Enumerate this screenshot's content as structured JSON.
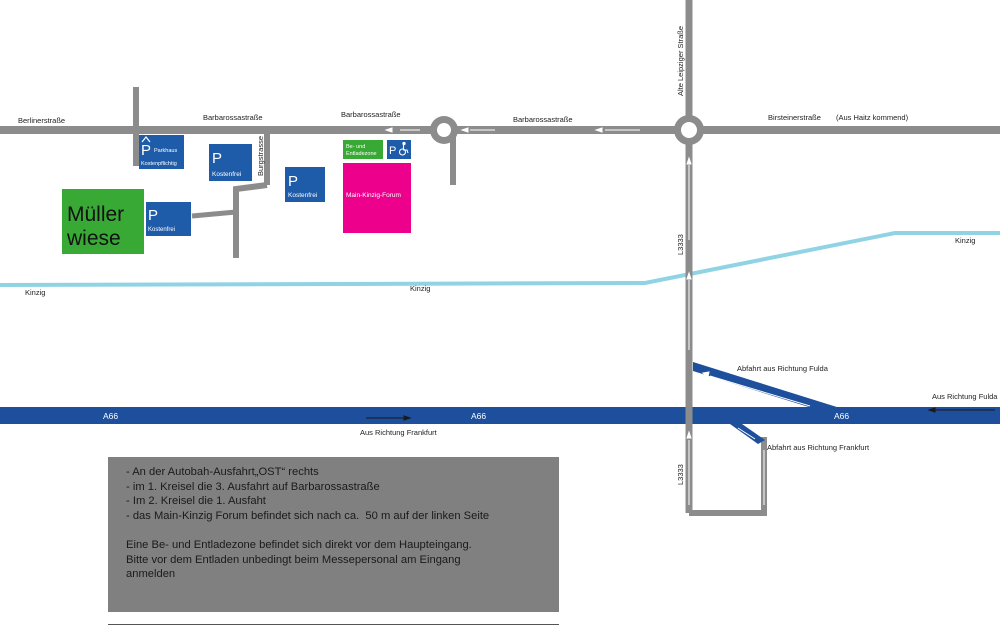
{
  "streets": {
    "berliner": "Berlinerstraße",
    "barbarossa": "Barbarossastraße",
    "birsteiner": "Birsteinerstraße",
    "from_haitz": "(Aus Haitz kommend)",
    "alte_leipziger": "Alte Leipziger Straße",
    "burgstrasse": "Burgstrasse",
    "l3333": "L3333",
    "a66": "A66"
  },
  "river": {
    "name": "Kinzig"
  },
  "parking": {
    "symbol": "P",
    "parkhaus_title": "Parkhaus",
    "parkhaus_fee": "Kostenpflichtig",
    "free": "Kostenfrei"
  },
  "loading_zone": {
    "label_line1": "Be- und",
    "label_line2": "Entladezone"
  },
  "accessibility_icon": "wheelchair-icon",
  "venue": {
    "name": "Main-Kinzig-Forum",
    "color": "#ec008c"
  },
  "muellerwiese": {
    "line1": "Müller",
    "line2": "wiese",
    "color": "#39a935"
  },
  "exits": {
    "fulda": "Abfahrt aus Richtung Fulda",
    "frankfurt": "Abfahrt aus Richtung Frankfurt"
  },
  "directions": {
    "from_frankfurt": "Aus Richtung Frankfurt",
    "from_fulda": "Aus Richtung Fulda"
  },
  "info_box": {
    "lines": [
      "- An der Autobah-Ausfahrt„OST“ rechts",
      "- im 1. Kreisel die 3. Ausfahrt auf Barbarossastraße",
      "- Im 2. Kreisel die 1. Ausfaht",
      "- das Main-Kinzig Forum befindet sich nach ca.  50 m auf der linken Seite"
    ],
    "paragraph": [
      "Eine Be- und Entladezone befindet sich direkt vor dem Haupteingang.",
      "Bitte vor dem Entladen unbedingt beim Messepersonal am Eingang",
      "anmelden"
    ]
  },
  "colors": {
    "road": "#8c8c8c",
    "highway": "#1d4f9c",
    "river": "#8fd3e4",
    "parking_blue": "#1e5ba8",
    "loading_green": "#39a935"
  }
}
